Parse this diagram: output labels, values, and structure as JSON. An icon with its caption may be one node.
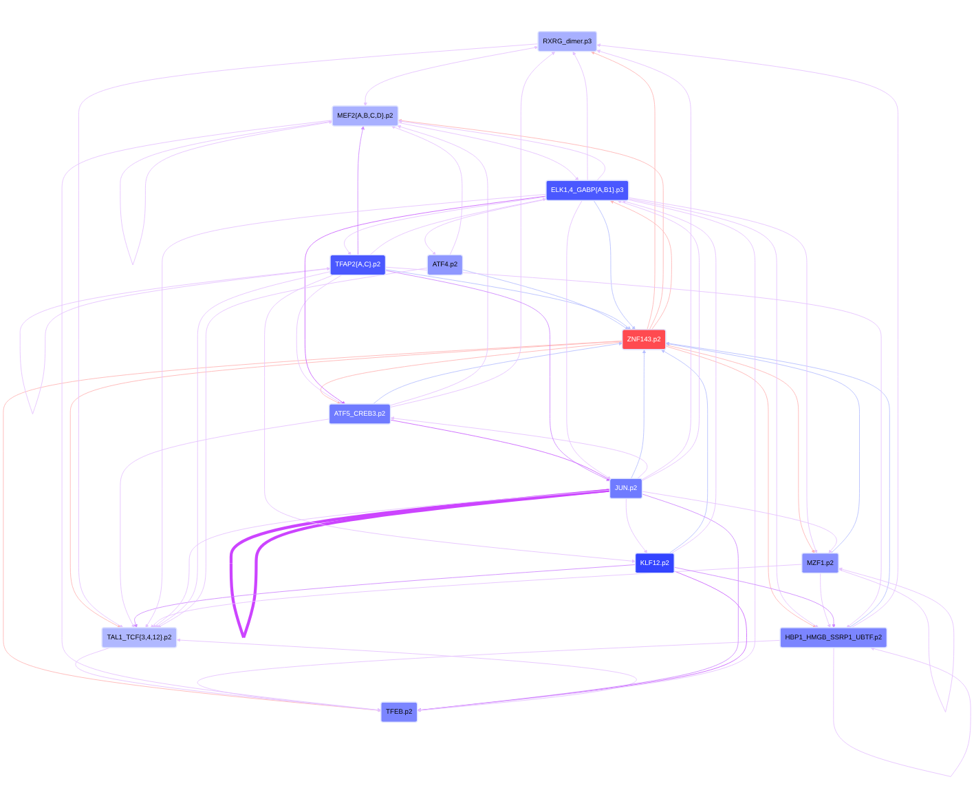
{
  "diagram": {
    "nodes": [
      {
        "text": [
          "TAL1_TCF{3,4,12}.p2"
        ]
      },
      {
        "text": [
          "TFEB.p2"
        ]
      },
      {
        "text": [
          "RXRG_dimer.p3"
        ]
      },
      {
        "text": [
          "MEF2{A,B,C,D}.p2"
        ]
      },
      {
        "text": [
          "HBP1_HMGB_SSRP1_UBTF.p2"
        ]
      },
      {
        "text": [
          "ATF5_CREB3.p2"
        ]
      },
      {
        "text": [
          "ZNF143.p2"
        ]
      },
      {
        "text": [
          "MZF1.p2"
        ]
      },
      {
        "text": [
          "ATF4.p2"
        ]
      },
      {
        "text": [
          "KLF12.p2"
        ]
      },
      {
        "text": [
          "TFAP2{A,C}.p2"
        ]
      },
      {
        "text": [
          "ELK1,4_GABP{A,B1}.p3"
        ]
      },
      {
        "text": [
          "JUN.p2"
        ]
      }
    ],
    "edges": [
      {
        "from": 6,
        "to": 0,
        "arrow": "to",
        "color": "#ffb6b6"
      },
      {
        "from": 6,
        "to": 1,
        "arrow": "to",
        "color": "#ffb6b6"
      },
      {
        "from": 6,
        "to": 2,
        "arrow": "to",
        "color": "#ffb6b6"
      },
      {
        "from": 6,
        "to": 3,
        "arrow": "to",
        "color": "#ffb6b6"
      },
      {
        "from": 6,
        "to": 4,
        "arrow": "to",
        "color": "#ffb6b6"
      },
      {
        "from": 6,
        "to": 5,
        "arrow": "to",
        "color": "#ffb6b6"
      },
      {
        "from": 6,
        "to": 7,
        "arrow": "to",
        "color": "#ffb6b6"
      },
      {
        "from": 6,
        "to": 11,
        "arrow": "to",
        "color": "#ffb6b6"
      },
      {
        "from": 5,
        "to": 6,
        "arrow": "to",
        "color": "#b8c0ff"
      },
      {
        "from": 8,
        "to": 6,
        "arrow": "to",
        "color": "#b8c0ff"
      },
      {
        "from": 10,
        "to": 6,
        "arrow": "to",
        "color": "#b8c0ff"
      },
      {
        "from": 12,
        "to": 6,
        "arrow": "to",
        "color": "#b8c0ff"
      },
      {
        "from": 9,
        "to": 6,
        "arrow": "to",
        "color": "#b8c0ff"
      },
      {
        "from": 7,
        "to": 6,
        "arrow": "to",
        "color": "#b8c0ff"
      },
      {
        "from": 4,
        "to": 6,
        "arrow": "to",
        "color": "#b8c0ff"
      },
      {
        "from": 11,
        "to": 6,
        "arrow": "to",
        "color": "#b8c0ff"
      },
      {
        "from": 0,
        "to": 1,
        "arrow": "to"
      },
      {
        "from": 1,
        "to": 0,
        "arrow": "to"
      },
      {
        "from": 3,
        "to": 3,
        "arrow": "to"
      },
      {
        "from": 4,
        "to": 4,
        "arrow": "to"
      },
      {
        "from": 7,
        "to": 7,
        "arrow": "to"
      },
      {
        "from": 10,
        "to": 10,
        "arrow": "to"
      },
      {
        "from": 12,
        "to": 12,
        "arrow": "to",
        "style": "thick",
        "color": "#cc44ff"
      },
      {
        "from": 2,
        "to": 0,
        "arrow": "to"
      },
      {
        "from": 4,
        "to": 2,
        "arrow": "to"
      },
      {
        "from": 4,
        "to": 1,
        "arrow": "to"
      },
      {
        "from": 2,
        "to": 3,
        "arrow": "both"
      },
      {
        "from": 3,
        "to": 1,
        "arrow": "to"
      },
      {
        "from": 5,
        "to": 3,
        "arrow": "to"
      },
      {
        "from": 5,
        "to": 0,
        "arrow": "to"
      },
      {
        "from": 5,
        "to": 2,
        "arrow": "to"
      },
      {
        "from": 12,
        "to": 1,
        "arrow": "to",
        "color": "#d08aff"
      },
      {
        "from": 10,
        "to": 3,
        "arrow": "to",
        "color": "#d08aff"
      },
      {
        "from": 10,
        "to": 5,
        "arrow": "to"
      },
      {
        "from": 12,
        "to": 5,
        "arrow": "to"
      },
      {
        "from": 11,
        "to": 5,
        "arrow": "to",
        "color": "#cc66ff"
      },
      {
        "from": 9,
        "to": 1,
        "arrow": "to",
        "color": "#cc66ff"
      },
      {
        "from": 9,
        "to": 0,
        "arrow": "to",
        "color": "#d08aff"
      },
      {
        "from": 11,
        "to": 0,
        "arrow": "to"
      },
      {
        "from": 11,
        "to": 1,
        "arrow": "to"
      },
      {
        "from": 11,
        "to": 2,
        "arrow": "to"
      },
      {
        "from": 11,
        "to": 4,
        "arrow": "to"
      },
      {
        "from": 11,
        "to": 3,
        "arrow": "to"
      },
      {
        "from": 7,
        "to": 0,
        "arrow": "to"
      },
      {
        "from": 7,
        "to": 4,
        "arrow": "to"
      },
      {
        "from": 9,
        "to": 4,
        "arrow": "to",
        "color": "#d08aff"
      },
      {
        "from": 11,
        "to": 7,
        "arrow": "to"
      },
      {
        "from": 12,
        "to": 7,
        "arrow": "to"
      },
      {
        "from": 9,
        "to": 11,
        "arrow": "to"
      },
      {
        "from": 12,
        "to": 0,
        "arrow": "to"
      },
      {
        "from": 10,
        "to": 4,
        "arrow": "to"
      },
      {
        "from": 10,
        "to": 11,
        "arrow": "to"
      },
      {
        "from": 11,
        "to": 10,
        "arrow": "to"
      },
      {
        "from": 11,
        "to": 8,
        "arrow": "to"
      },
      {
        "from": 10,
        "to": 12,
        "arrow": "to",
        "color": "#d08aff"
      },
      {
        "from": 5,
        "to": 12,
        "arrow": "to",
        "color": "#cc66ff"
      },
      {
        "from": 12,
        "to": 2,
        "arrow": "to"
      },
      {
        "from": 10,
        "to": 0,
        "arrow": "to"
      },
      {
        "from": 8,
        "to": 0,
        "arrow": "to"
      },
      {
        "from": 10,
        "to": 9,
        "arrow": "to"
      },
      {
        "from": 12,
        "to": 9,
        "arrow": "to"
      },
      {
        "from": 11,
        "to": 12,
        "arrow": "to"
      },
      {
        "from": 12,
        "to": 11,
        "arrow": "to"
      },
      {
        "from": 3,
        "to": 11,
        "arrow": "to"
      },
      {
        "from": 8,
        "to": 3,
        "arrow": "to"
      }
    ]
  }
}
